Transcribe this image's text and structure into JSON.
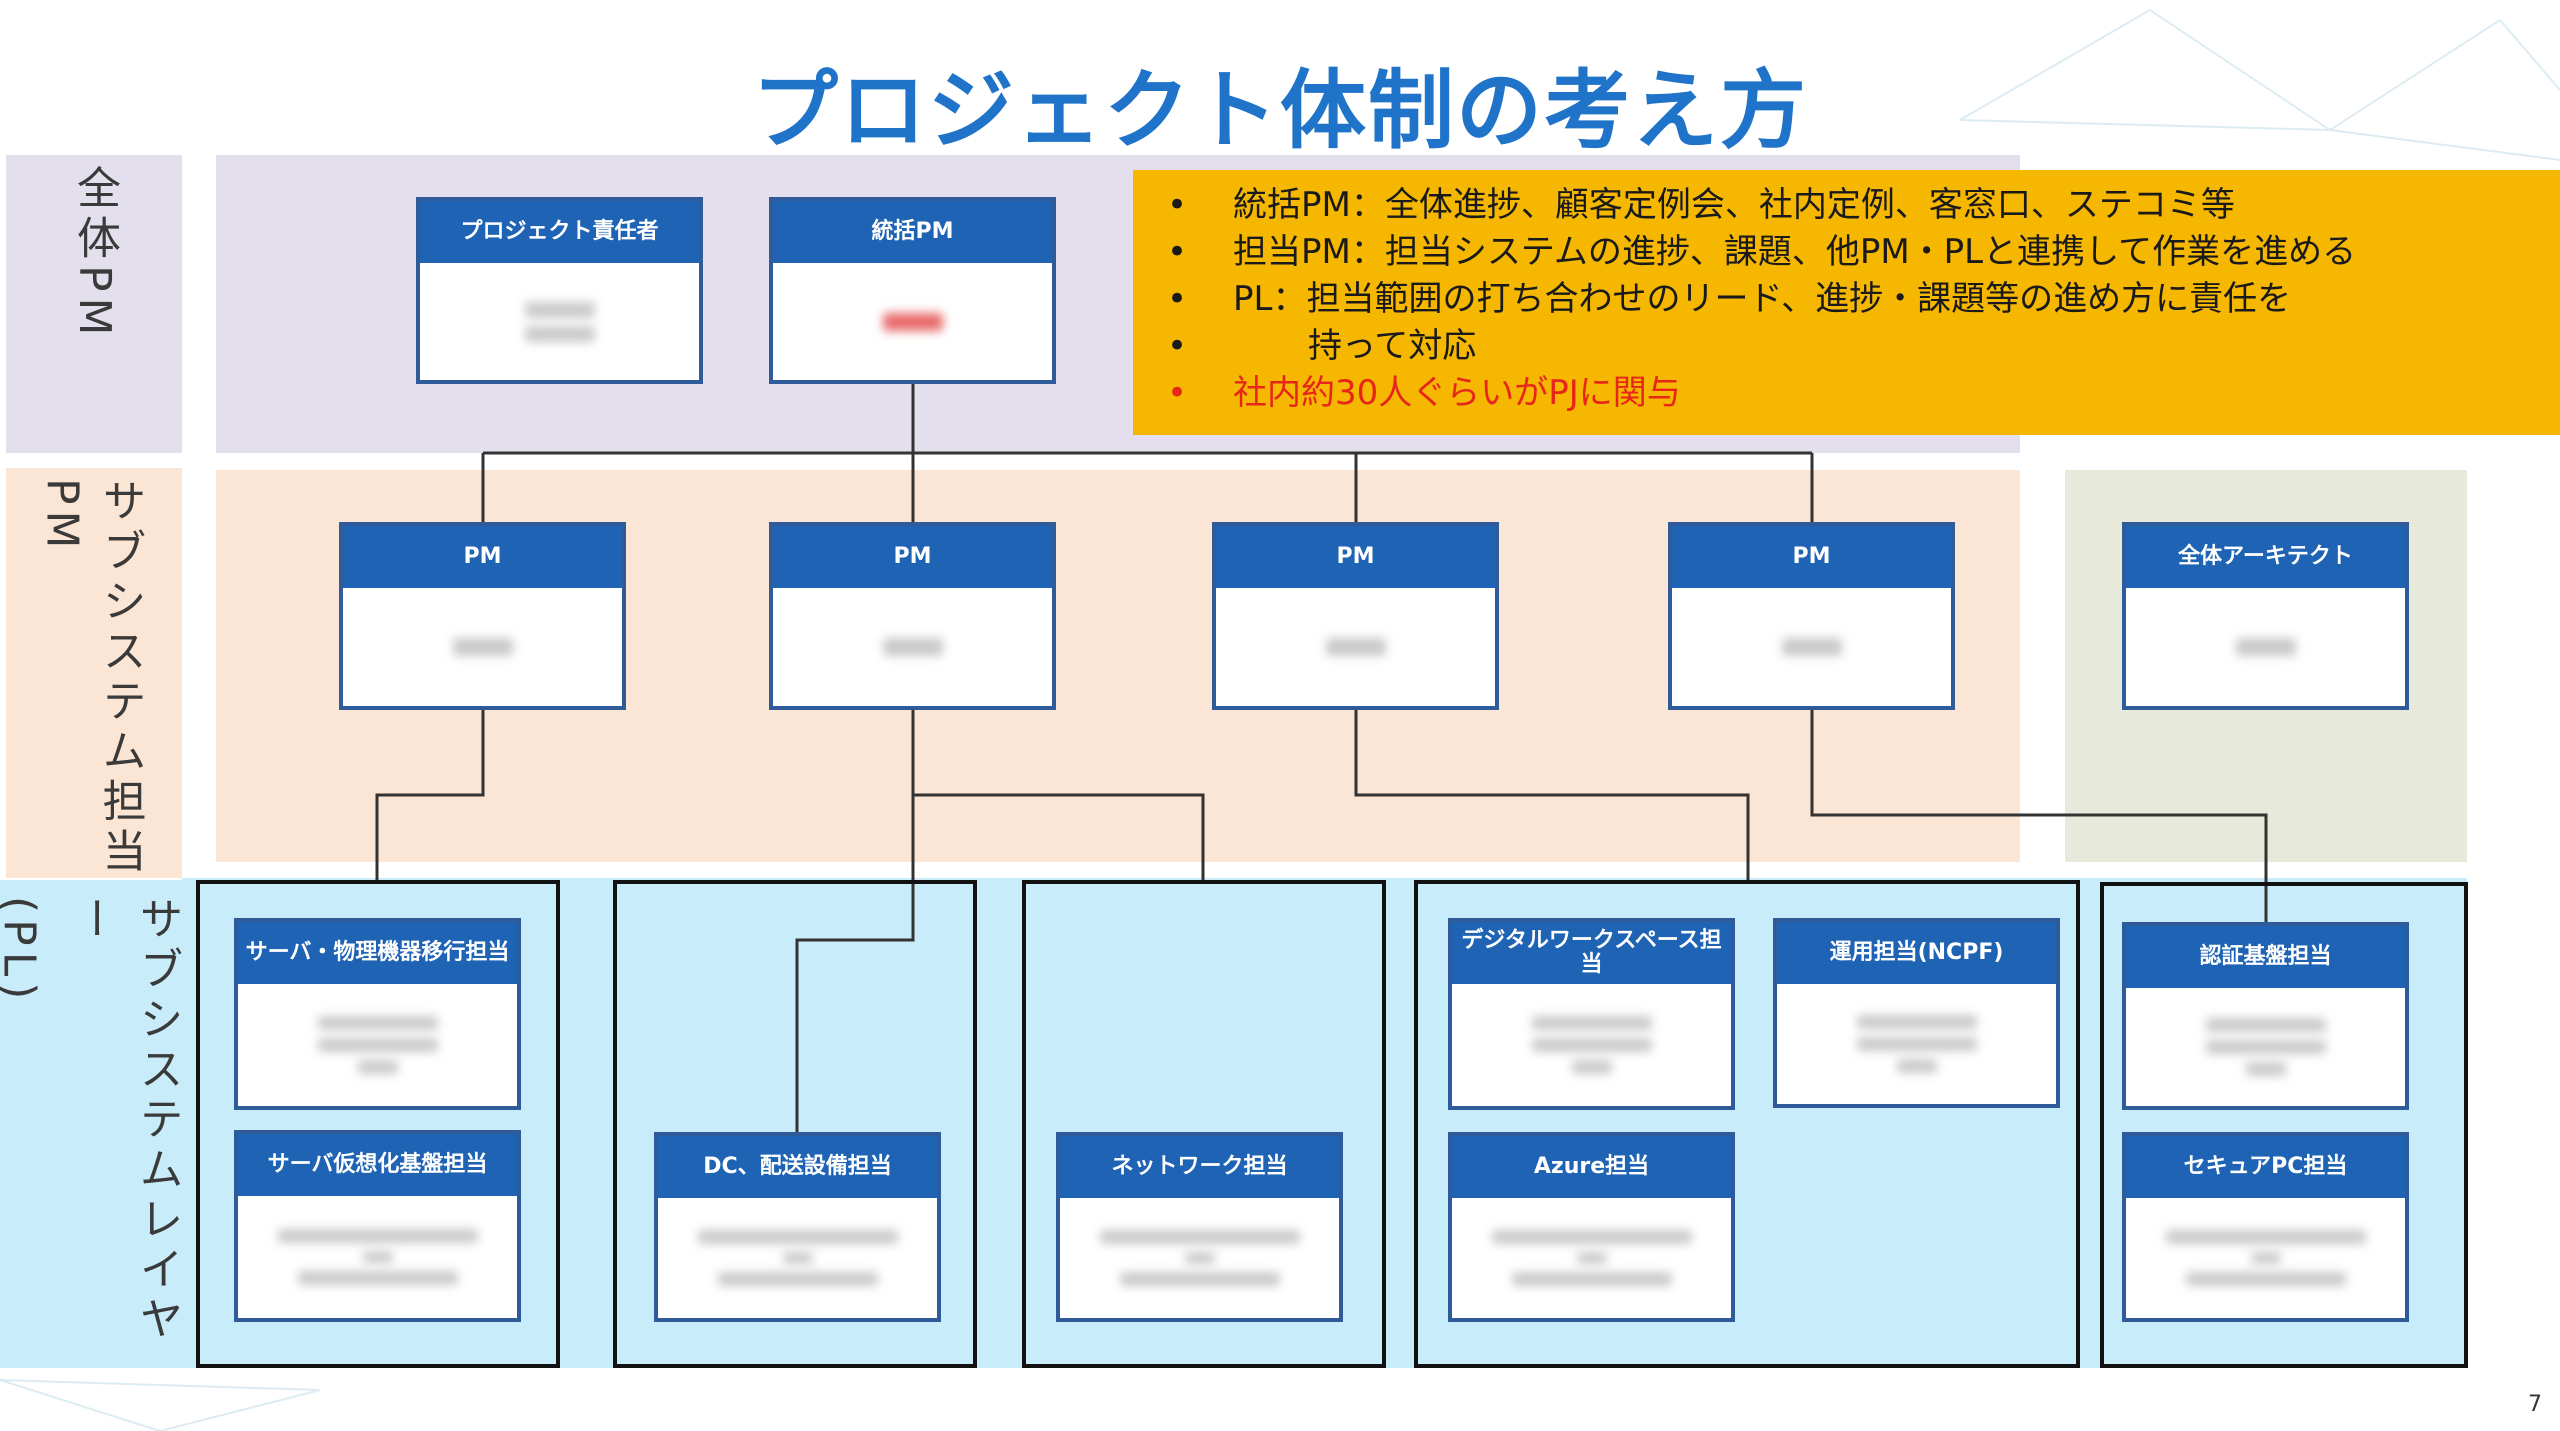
{
  "title": "プロジェクト体制の考え方",
  "layers": {
    "top": "全体PM",
    "middle": "サブシステム担当PM",
    "bottom": "サブシステムレイヤー",
    "bottom_sub": "(PL)"
  },
  "top_boxes": [
    {
      "title": "プロジェクト責任者"
    },
    {
      "title": "統括PM"
    }
  ],
  "notes": [
    "統括PM：全体進捗、顧客定例会、社内定例、客窓口、ステコミ等",
    "担当PM：担当システムの進捗、課題、他PM・PLと連携して作業を進める",
    "PL：担当範囲の打ち合わせのリード、進捗・課題等の進め方に責任を",
    "持って対応",
    "社内約30人ぐらいがPJに関与"
  ],
  "pm_boxes": [
    {
      "title": "PM"
    },
    {
      "title": "PM"
    },
    {
      "title": "PM"
    },
    {
      "title": "PM"
    },
    {
      "title": "全体アーキテクト"
    }
  ],
  "pl_boxes": [
    {
      "title": "サーバ・物理機器移行担当"
    },
    {
      "title": "サーバ仮想化基盤担当"
    },
    {
      "title": "DC、配送設備担当"
    },
    {
      "title": "ネットワーク担当"
    },
    {
      "title": "デジタルワークスペース担当"
    },
    {
      "title": "運用担当(NCPF)"
    },
    {
      "title": "Azure担当"
    },
    {
      "title": "認証基盤担当"
    },
    {
      "title": "セキュアPC担当"
    }
  ],
  "page_number": "7",
  "colors": {
    "title": "#1f73c9",
    "box_header": "#1f63b4",
    "note_bg": "#f5b700",
    "band_top": "#e4dfec",
    "band_middle": "#fbe5d5",
    "band_architect": "#e7eadb",
    "band_bottom": "#c9ecfb"
  }
}
